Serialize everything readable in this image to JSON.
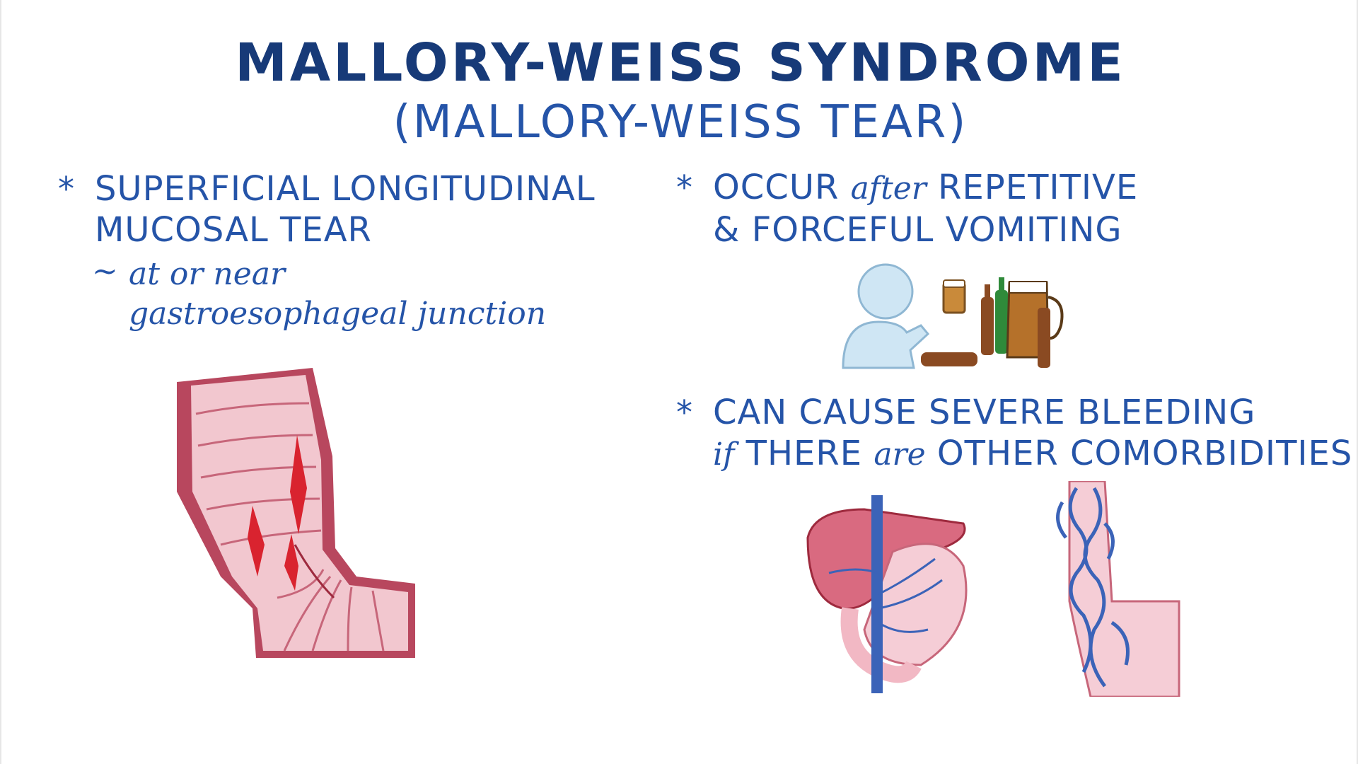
{
  "title": "MALLORY-WEISS SYNDROME",
  "subtitle": "(MALLORY-WEISS TEAR)",
  "left": {
    "bullet_line1": "SUPERFICIAL LONGITUDINAL",
    "bullet_line2": "MUCOSAL TEAR",
    "note_prefix": "~",
    "note_line1": "at or near",
    "note_line2": "gastroesophageal junction"
  },
  "right_top": {
    "line1_a": "OCCUR",
    "line1_b": "after",
    "line1_c": "REPETITIVE",
    "line2": "& FORCEFUL VOMITING"
  },
  "right_bottom": {
    "line1": "CAN CAUSE SEVERE BLEEDING",
    "line2_a": "if",
    "line2_b": "THERE",
    "line2_c": "are",
    "line2_d": "OTHER COMORBIDITIES"
  },
  "bullet_symbol": "*",
  "colors": {
    "title": "#173a78",
    "text": "#2554a8",
    "tissue": "#f2c7cf",
    "tissue_dark": "#b8475e",
    "tear": "#d9232f",
    "vein": "#3b63b8",
    "figure": "#cfe6f4"
  }
}
